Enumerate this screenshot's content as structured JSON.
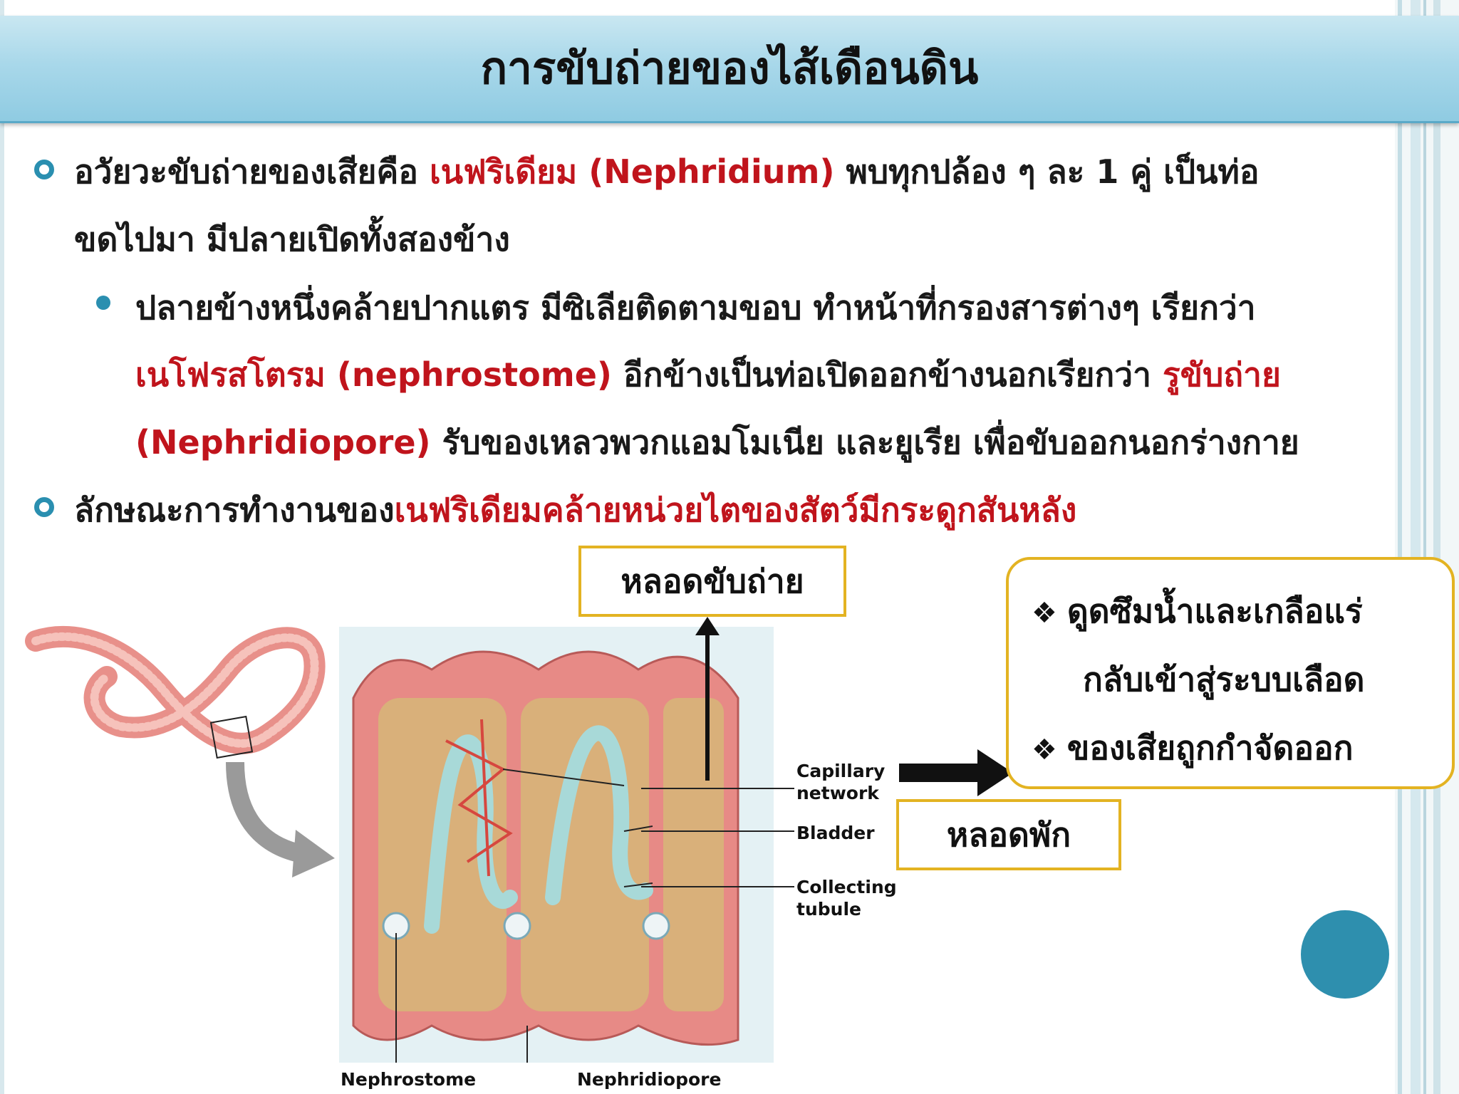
{
  "title": "การขับถ่ายของไส้เดือนดิน",
  "bullets": {
    "b1": {
      "p1": "อวัยวะขับถ่ายของเสียคือ ",
      "p2": "เนฟริเดียม (Nephridium)",
      "p3": " พบทุกปล้อง ๆ ละ 1 คู่ เป็นท่อ",
      "line2": "ขดไปมา มีปลายเปิดทั้งสองข้าง"
    },
    "sub": {
      "line1": "ปลายข้างหนึ่งคล้ายปากแตร มีซิเลียติดตามขอบ ทำหน้าที่กรองสารต่างๆ เรียกว่า",
      "l2_red1": "เนโฟรสโตรม (nephrostome)",
      "l2_mid": " อีกข้างเป็นท่อเปิดออกข้างนอกเรียกว่า ",
      "l2_red2": "รูขับถ่าย",
      "l3_red": "(Nephridiopore)",
      "l3_rest": " รับของเหลวพวกแอมโมเนีย และยูเรีย เพื่อขับออกนอกร่างกาย"
    },
    "b2": {
      "p1": "ลักษณะการทำงานของ",
      "p2": "เนฟริเดียมคล้ายหน่วยไตของสัตว์มีกระดูกสันหลัง"
    }
  },
  "callouts": {
    "excretory_tube": "หลอดขับถ่าย",
    "bladder": "หลอดพัก"
  },
  "info_box": {
    "line1": "ดูดซึมน้ำและเกลือแร่",
    "line2": "กลับเข้าสู่ระบบเลือด",
    "line3": "ของเสียถูกกำจัดออก",
    "bullet_glyph": "❖"
  },
  "diagram_labels": {
    "capillary_1": "Capillary",
    "capillary_2": "network",
    "bladder": "Bladder",
    "collecting_1": "Collecting",
    "collecting_2": "tubule",
    "nephrostome": "Nephrostome",
    "nephridiopore": "Nephridiopore"
  },
  "colors": {
    "accent": "#2a8fb0",
    "highlight_red": "#c0141c",
    "box_border": "#e3b322",
    "title_bar": "#a9d8ea"
  }
}
